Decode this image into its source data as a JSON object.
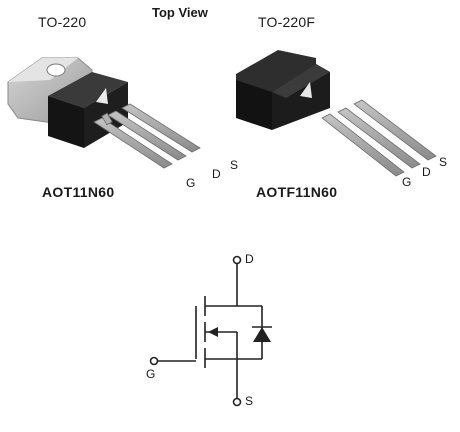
{
  "header": {
    "title": "Top View"
  },
  "packages": [
    {
      "package_label": "TO-220",
      "part_number": "AOT11N60",
      "pins": [
        "G",
        "D",
        "S"
      ]
    },
    {
      "package_label": "TO-220F",
      "part_number": "AOTF11N60",
      "pins": [
        "G",
        "D",
        "S"
      ]
    }
  ],
  "schematic": {
    "pins": {
      "drain": "D",
      "gate": "G",
      "source": "S"
    }
  },
  "colors": {
    "body": "#1a1a1a",
    "tab": "#b9b9b9",
    "leads": "#9c9c9c",
    "lines": "#222222",
    "logo": "#ffffff"
  }
}
